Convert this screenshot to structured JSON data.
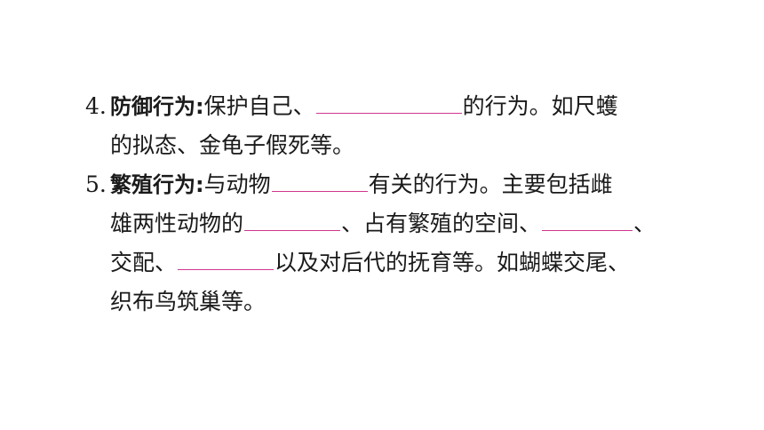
{
  "items": [
    {
      "number": "4.",
      "term": "防御行为",
      "colon": ":",
      "line1": {
        "before_blank": "保护自己、",
        "after_blank": "的行为。如尺蠖"
      },
      "line2": "的拟态、金龟子假死等。"
    },
    {
      "number": "5.",
      "term": "繁殖行为",
      "colon": ":",
      "line1": {
        "before_blank": "与动物",
        "after_blank": "有关的行为。主要包括雌"
      },
      "line2": {
        "before_blank1": "雄两性动物的",
        "between": "、占有繁殖的空间、",
        "after_blank2": "、"
      },
      "line3": {
        "before_blank": "交配、",
        "after_blank": "以及对后代的抚育等。如蝴蝶交尾、"
      },
      "line4": "织布鸟筑巢等。"
    }
  ],
  "colors": {
    "text": "#1a1a1a",
    "blank_underline": "#d0368f",
    "background": "#ffffff"
  }
}
